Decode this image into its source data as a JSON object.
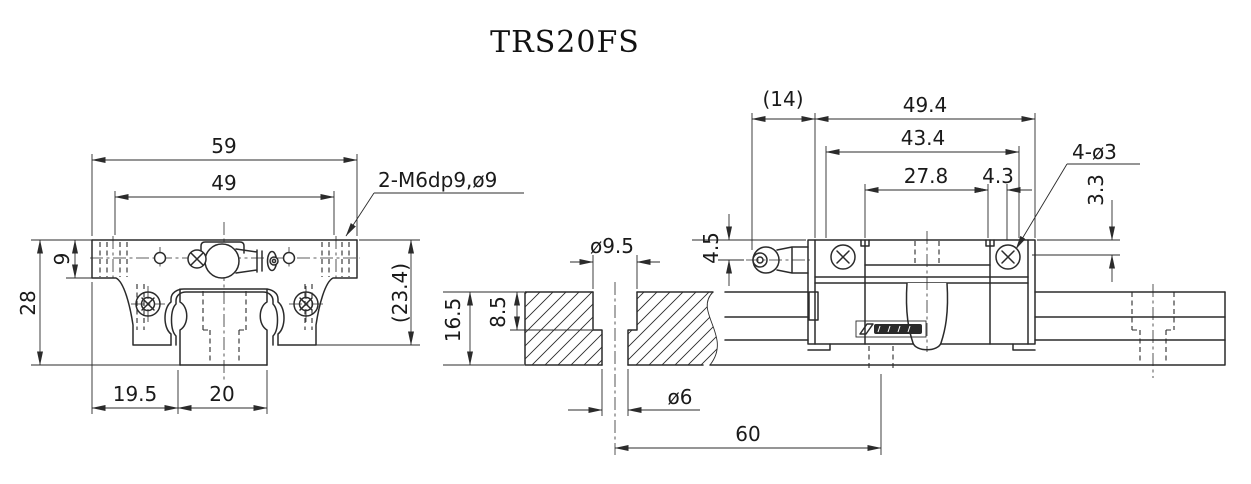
{
  "title": "TRS20FS",
  "front_view": {
    "dims": {
      "outer_width": "59",
      "mount_hole_spacing": "49",
      "flange_height": "9",
      "total_height": "28",
      "carriage_height": "(23.4)",
      "edge_to_rail": "19.5",
      "rail_width": "20"
    },
    "labels": {
      "mount_holes": "2-M6dp9,ø9"
    }
  },
  "side_view": {
    "dims": {
      "nipple_protrusion": "(14)",
      "carriage_length": "49.4",
      "carriage_inner_length": "43.4",
      "body_length": "27.8",
      "screw_offset": "4.3",
      "screw_depth": "3.3",
      "nipple_offset": "4.5",
      "counterbore_dia": "ø9.5",
      "counterbore_depth": "8.5",
      "rail_height": "16.5",
      "bolt_hole_dia": "ø6",
      "hole_pitch": "60"
    },
    "labels": {
      "cap_screws": "4-ø3"
    }
  },
  "icons": [
    "grease-nipple-front",
    "grease-nipple-side",
    "end-cap-screw-icon",
    "brand-logo"
  ],
  "colors": {
    "line": "#2b2b2b",
    "text": "#1a1a1a",
    "background": "#ffffff"
  }
}
